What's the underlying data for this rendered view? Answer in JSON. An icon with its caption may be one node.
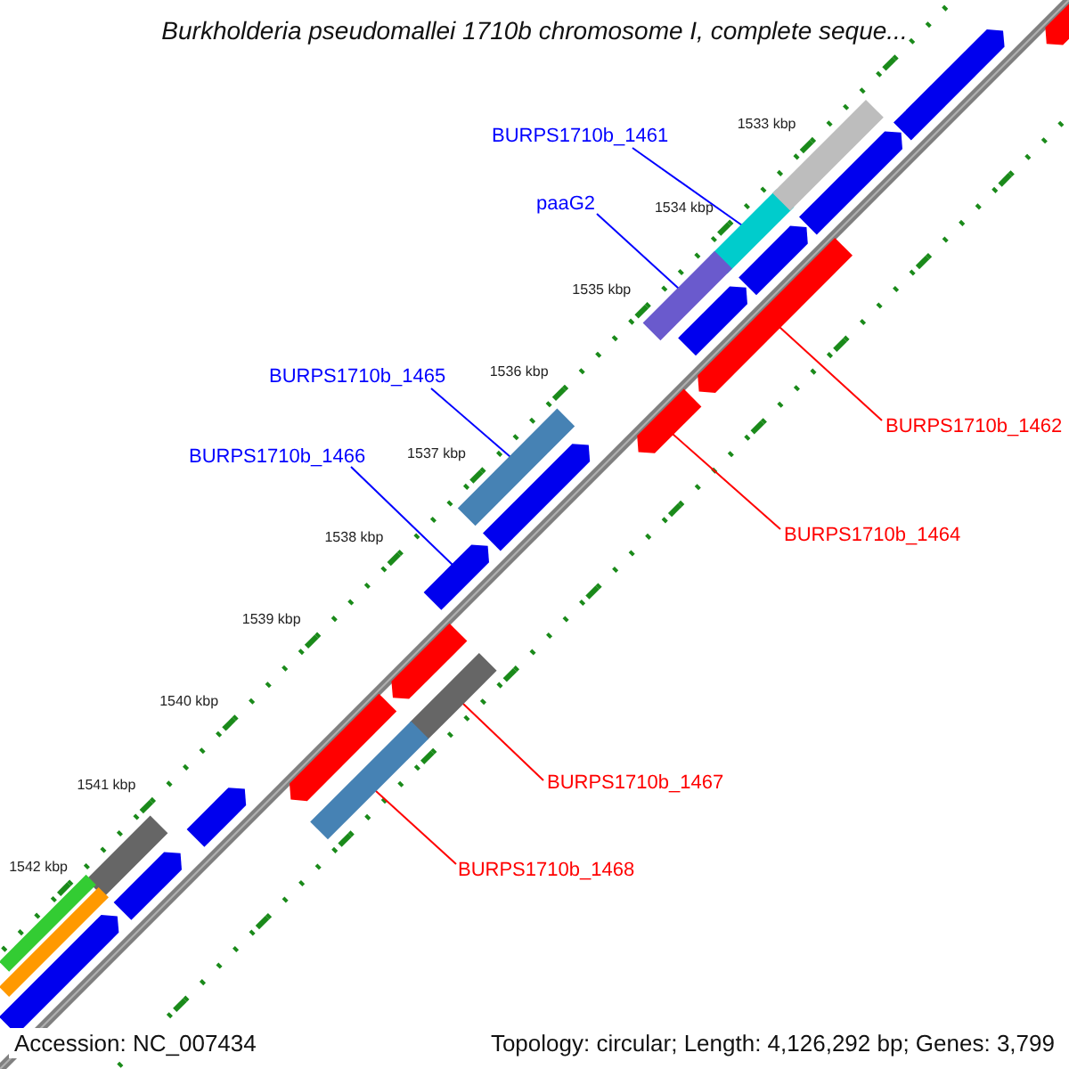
{
  "diagram": {
    "title": "Burkholderia pseudomallei 1710b chromosome I, complete seque...",
    "nodes": [
      {
        "text": [
          "BURPS1710b_1461"
        ]
      },
      {
        "text": [],
        "shape": "bar"
      },
      {
        "text": [
          "paaG2"
        ]
      },
      {
        "text": [],
        "shape": "bar"
      },
      {
        "text": [
          "BURPS1710b_1462"
        ]
      },
      {
        "text": [],
        "shape": "bar"
      },
      {
        "text": [
          "BURPS1710b_1465"
        ]
      },
      {
        "text": [],
        "shape": "bar"
      },
      {
        "text": [
          "BURPS1710b_1466"
        ]
      },
      {
        "text": [],
        "shape": "bar"
      },
      {
        "text": [
          "BURPS1710b_1464"
        ]
      },
      {
        "text": [],
        "shape": "bar"
      },
      {
        "text": [
          "BURPS1710b_1467"
        ]
      },
      {
        "text": [],
        "shape": "bar"
      },
      {
        "text": [
          "BURPS1710b_1468"
        ]
      },
      {
        "text": [],
        "shape": "bar"
      },
      {
        "text": [],
        "shape": "bar"
      },
      {
        "text": [],
        "shape": "bar"
      },
      {
        "text": [],
        "shape": "bar"
      },
      {
        "text": [],
        "shape": "bar"
      },
      {
        "text": [],
        "shape": "bar"
      },
      {
        "text": [],
        "shape": "bar"
      },
      {
        "text": [],
        "shape": "bar"
      },
      {
        "text": [],
        "shape": "bar"
      },
      {
        "text": [],
        "shape": "bar"
      },
      {
        "text": [],
        "shape": "bar"
      },
      {
        "text": [],
        "shape": "bar"
      },
      {
        "text": [],
        "shape": "bar"
      },
      {
        "text": [],
        "shape": "bar"
      },
      {
        "text": [],
        "shape": "bar"
      },
      {
        "text": [],
        "shape": "bar"
      }
    ],
    "edges": [
      {
        "from": 0,
        "to": 1,
        "arrow": "none"
      },
      {
        "from": 2,
        "to": 3,
        "arrow": "none"
      },
      {
        "from": 4,
        "to": 5,
        "arrow": "none",
        "color": "#ff0000"
      },
      {
        "from": 6,
        "to": 7,
        "arrow": "none"
      },
      {
        "from": 8,
        "to": 9,
        "arrow": "none"
      },
      {
        "from": 10,
        "to": 11,
        "arrow": "none",
        "color": "#ff0000"
      },
      {
        "from": 12,
        "to": 13,
        "arrow": "none",
        "color": "#ff0000"
      },
      {
        "from": 14,
        "to": 15,
        "arrow": "none",
        "color": "#ff0000"
      }
    ],
    "labels": [
      "1533 kbp",
      "1534 kbp",
      "1535 kbp",
      "1536 kbp",
      "1537 kbp",
      "1538 kbp",
      "1539 kbp",
      "1540 kbp",
      "1541 kbp",
      "1542 kbp",
      "Accession: NC_007434",
      "Topology: circular; Length: 4,126,292 bp; Genes: 3,799"
    ]
  }
}
